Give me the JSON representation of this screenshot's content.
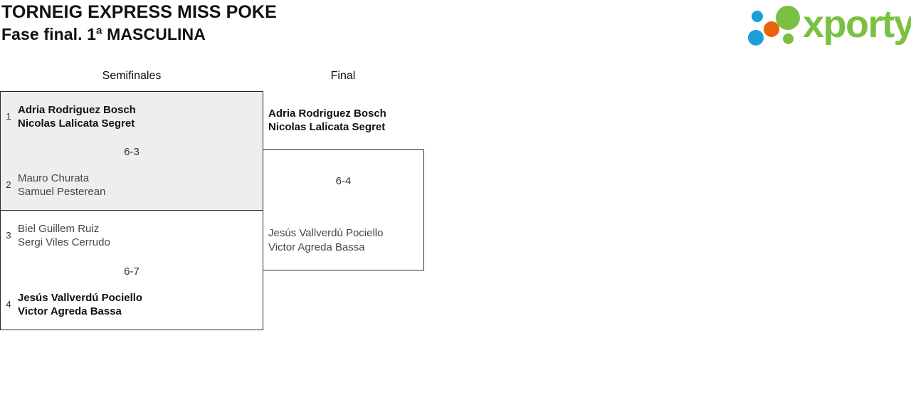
{
  "header": {
    "tournament_title": "TORNEIG EXPRESS MISS POKE",
    "phase_title": "Fase final. 1ª MASCULINA",
    "logo": {
      "wordmark": "xporty",
      "colors": {
        "green": "#7ac143",
        "blue": "#1a9fd9",
        "orange": "#e8650d"
      }
    }
  },
  "bracket": {
    "rounds": [
      {
        "label": "Semifinales"
      },
      {
        "label": "Final"
      }
    ],
    "semifinals": [
      {
        "top": {
          "seed": "1",
          "line1": "Adria Rodriguez Bosch",
          "line2": "Nicolas Lalicata Segret",
          "result": "winner"
        },
        "bottom": {
          "seed": "2",
          "line1": "Mauro Churata",
          "line2": "Samuel Pesterean",
          "result": "loser"
        },
        "score": "6-3"
      },
      {
        "top": {
          "seed": "3",
          "line1": "Biel Guillem Ruiz",
          "line2": "Sergi Viles Cerrudo",
          "result": "loser"
        },
        "bottom": {
          "seed": "4",
          "line1": "Jesús Vallverdú Pociello",
          "line2": "Victor Agreda Bassa",
          "result": "winner"
        },
        "score": "6-7"
      }
    ],
    "final": {
      "top": {
        "line1": "Adria Rodriguez Bosch",
        "line2": "Nicolas Lalicata Segret",
        "result": "winner"
      },
      "bottom": {
        "line1": "Jesús Vallverdú Pociello",
        "line2": "Victor Agreda Bassa",
        "result": "loser"
      },
      "score": "6-4"
    }
  }
}
